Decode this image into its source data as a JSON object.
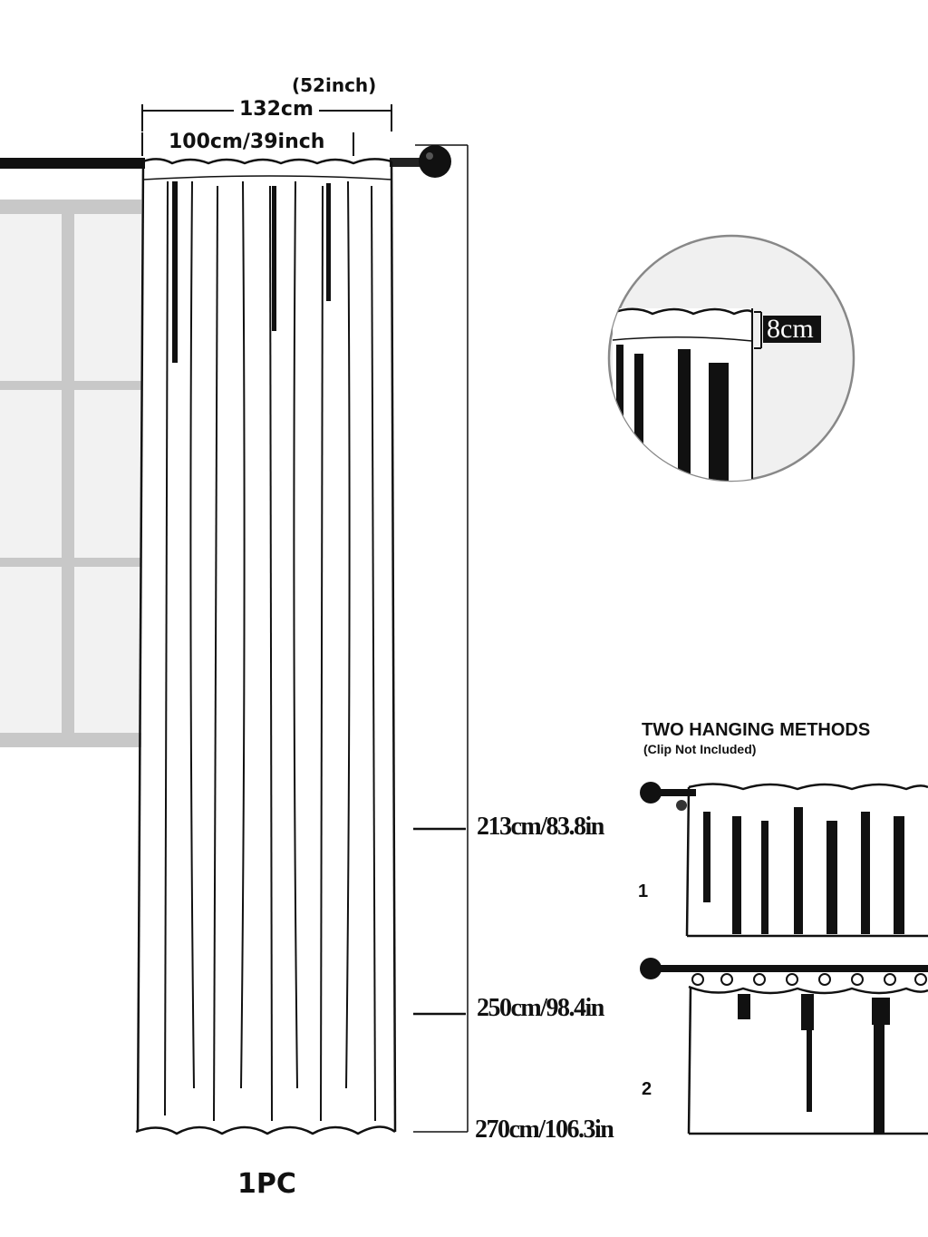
{
  "dimensions": {
    "width_in": "(52inch)",
    "width_cm": "132cm",
    "rod_width": "100cm/39inch",
    "header_height": "8cm",
    "lengths": [
      "213cm/83.8in",
      "250cm/98.4in",
      "270cm/106.3in"
    ]
  },
  "hanging": {
    "title": "TWO HANGING METHODS",
    "subtitle": "(Clip Not Included)",
    "method_labels": [
      "1",
      "2"
    ]
  },
  "quantity": "1PC"
}
